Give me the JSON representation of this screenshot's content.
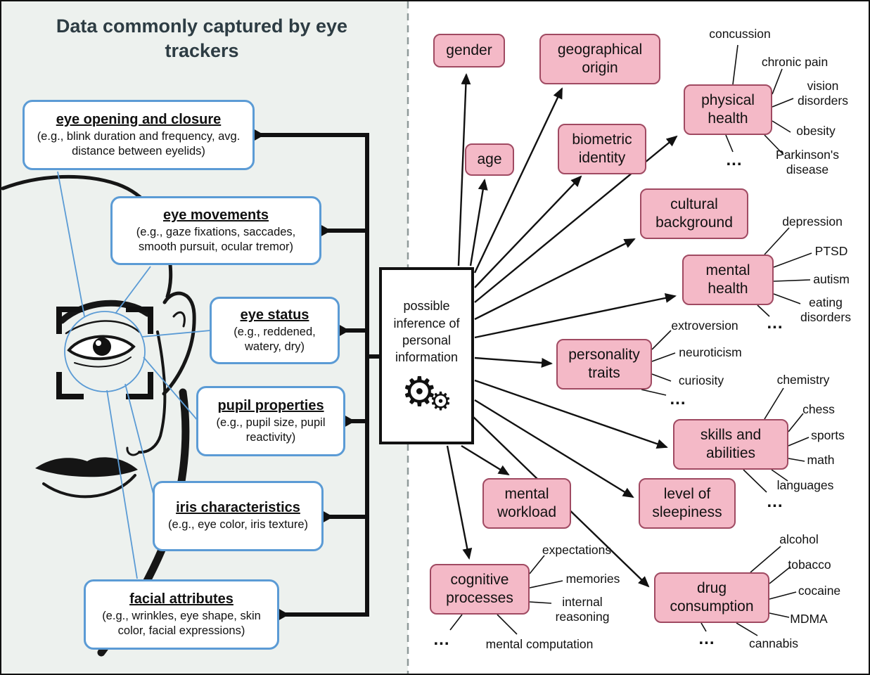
{
  "panel_title": "Data commonly captured by eye trackers",
  "capture": {
    "boxes": [
      {
        "title": "eye opening and closure",
        "desc": "(e.g., blink duration and frequency, avg. distance between eyelids)"
      },
      {
        "title": "eye movements",
        "desc": "(e.g., gaze fixations, saccades, smooth pursuit, ocular tremor)"
      },
      {
        "title": "eye status",
        "desc": "(e.g., reddened, watery, dry)"
      },
      {
        "title": "pupil properties",
        "desc": "(e.g., pupil size, pupil reactivity)"
      },
      {
        "title": "iris characteristics",
        "desc": "(e.g., eye color, iris texture)"
      },
      {
        "title": "facial attributes",
        "desc": "(e.g., wrinkles, eye shape, skin color, facial expressions)"
      }
    ]
  },
  "hub": {
    "label": "possible inference of personal information",
    "icon": "gears-icon"
  },
  "inferences": {
    "nodes": [
      {
        "label": "gender"
      },
      {
        "label": "geographical origin"
      },
      {
        "label": "age"
      },
      {
        "label": "biometric identity"
      },
      {
        "label": "physical health",
        "leaves": [
          "concussion",
          "chronic pain",
          "vision disorders",
          "obesity",
          "Parkinson's disease",
          "..."
        ]
      },
      {
        "label": "cultural background"
      },
      {
        "label": "mental health",
        "leaves": [
          "depression",
          "PTSD",
          "autism",
          "eating disorders",
          "..."
        ]
      },
      {
        "label": "personality traits",
        "leaves": [
          "extroversion",
          "neuroticism",
          "curiosity",
          "..."
        ]
      },
      {
        "label": "skills and abilities",
        "leaves": [
          "chemistry",
          "chess",
          "sports",
          "math",
          "languages",
          "..."
        ]
      },
      {
        "label": "mental workload"
      },
      {
        "label": "level of sleepiness"
      },
      {
        "label": "cognitive processes",
        "leaves": [
          "expectations",
          "memories",
          "internal reasoning",
          "mental computation",
          "..."
        ]
      },
      {
        "label": "drug consumption",
        "leaves": [
          "alcohol",
          "tobacco",
          "cocaine",
          "MDMA",
          "cannabis",
          "..."
        ]
      }
    ]
  },
  "colors": {
    "capture_border": "#5b9bd5",
    "inference_fill": "#f4b9c7",
    "inference_border": "#a04a62",
    "left_panel_bg": "#edf1ee",
    "line": "#111111"
  }
}
